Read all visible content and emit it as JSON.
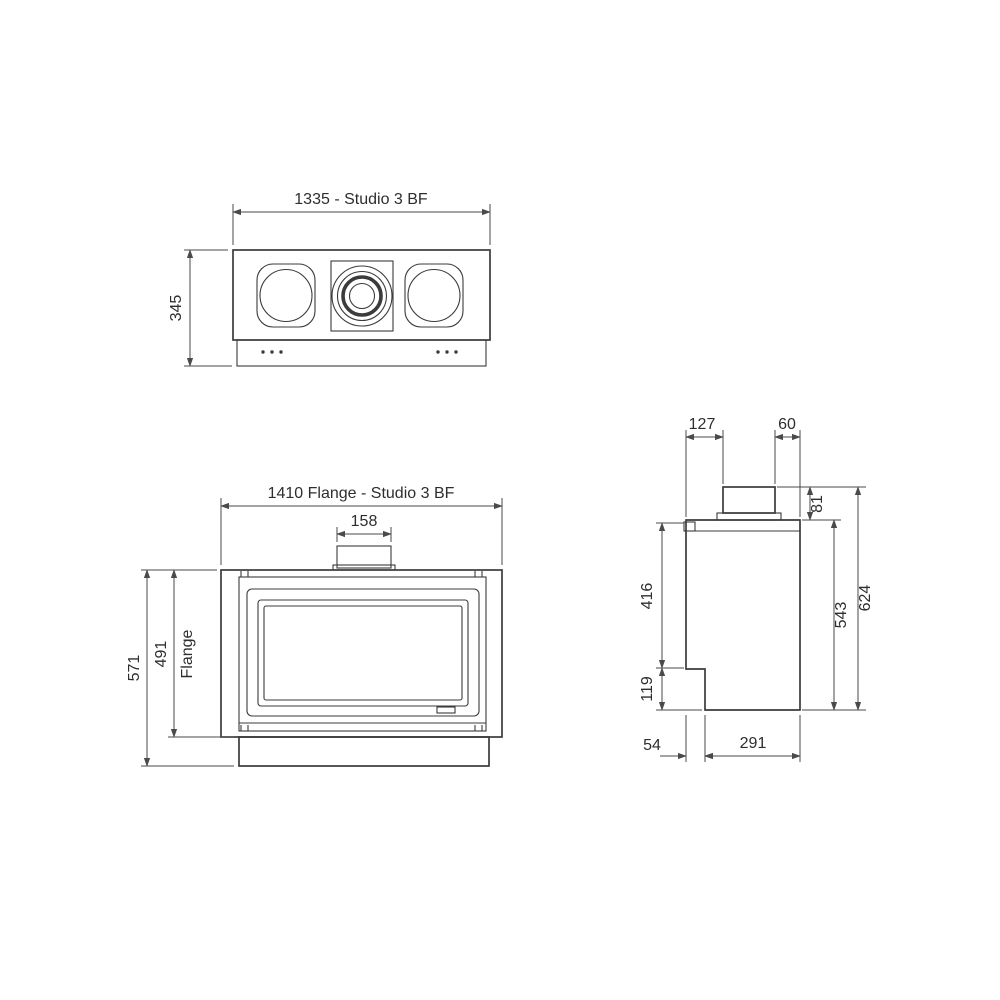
{
  "drawing": {
    "product": "Studio 3 BF",
    "colors": {
      "line": "#3b3b3b",
      "dimension_line": "#4a4a4a",
      "text": "#2e2e2e",
      "background": "#ffffff"
    },
    "top_view": {
      "width": "1335 - Studio 3 BF",
      "depth": "345"
    },
    "front_view": {
      "width": "1410 Flange - Studio 3 BF",
      "flue_width": "158",
      "overall_height": "571",
      "flange_height": "491",
      "flange_label": "Flange"
    },
    "side_view": {
      "rear_to_flue": "127",
      "flue_to_front": "60",
      "flue_height": "81",
      "upper_depth": "416",
      "lower_recess": "119",
      "body_height": "543",
      "overall_height": "624",
      "recess_depth": "54",
      "base_depth": "291"
    }
  }
}
